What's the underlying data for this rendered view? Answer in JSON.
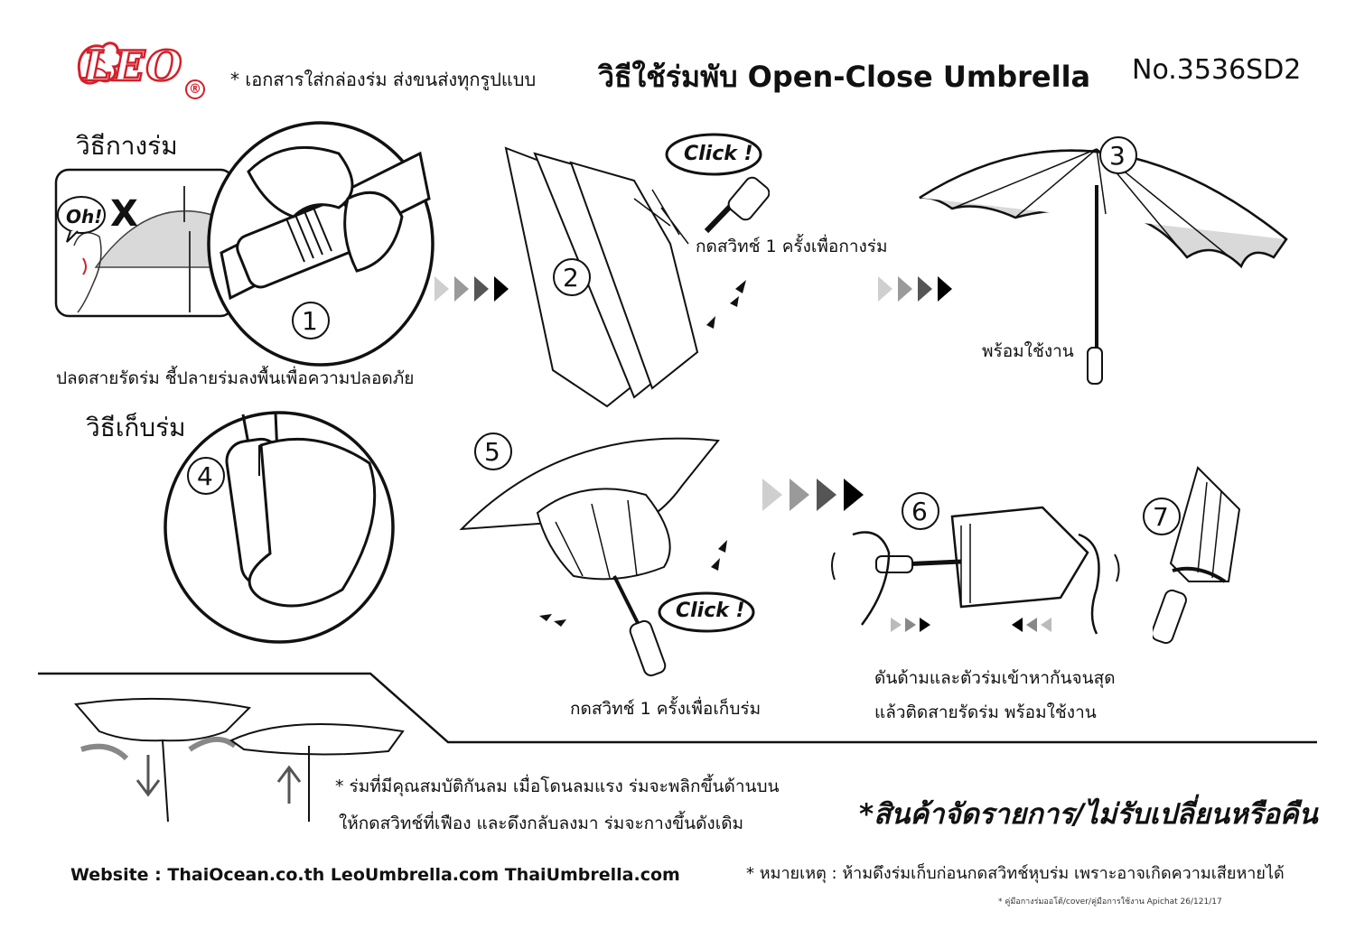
{
  "brand": {
    "logo_text": "LEO",
    "registered": "®"
  },
  "header": {
    "note": "* เอกสารใส่กล่องร่ม ส่งขนส่งทุกรูปแบบ",
    "title": "วิธีใช้ร่มพับ Open-Close Umbrella",
    "model": "No.3536SD2"
  },
  "open_section": {
    "heading": "วิธีกางร่ม",
    "warning_bubble": "Oh!",
    "warning_mark": "X",
    "safety_caption": "ปลดสายรัดร่ม ชี้ปลายร่มลงพื้นเพื่อความปลอดภัย",
    "click_label": "Click !",
    "step2_caption": "กดสวิทช์ 1 ครั้งเพื่อกางร่ม",
    "step3_caption": "พร้อมใช้งาน"
  },
  "close_section": {
    "heading": "วิธีเก็บร่ม",
    "click_label": "Click !",
    "step5_caption": "กดสวิทช์ 1 ครั้งเพื่อเก็บร่ม",
    "step6_caption_line1": "ดันด้ามและตัวร่มเข้าหากันจนสุด",
    "step6_caption_line2": "แล้วติดสายรัดร่ม พร้อมใช้งาน"
  },
  "steps": [
    "1",
    "2",
    "3",
    "4",
    "5",
    "6",
    "7"
  ],
  "wind_note": {
    "line1": "* ร่มที่มีคุณสมบัติกันลม  เมื่อโดนลมแรง ร่มจะพลิกขึ้นด้านบน",
    "line2": "ให้กดสวิทช์ที่เฟือง และดึงกลับลงมา ร่มจะกางขึ้นดังเดิม"
  },
  "no_return": "*สินค้าจัดรายการ/ไม่รับเปลี่ยนหรือคืน",
  "footer": {
    "website": "Website : ThaiOcean.co.th  LeoUmbrella.com  ThaiUmbrella.com",
    "remark": "* หมายเหตุ : ห้ามดึงร่มเก็บก่อนกดสวิทช์หุบร่ม เพราะอาจเกิดความเสียหายได้",
    "small_print": "*     คู่มือกางร่มออโต้/cover/คู่มือการใช้งาน Apichat 26/121/17"
  },
  "colors": {
    "brand_red": "#d3202a",
    "ink": "#111111",
    "canopy_grey": "#d9d9d9",
    "arrow_grey": "#9a9a9a"
  }
}
